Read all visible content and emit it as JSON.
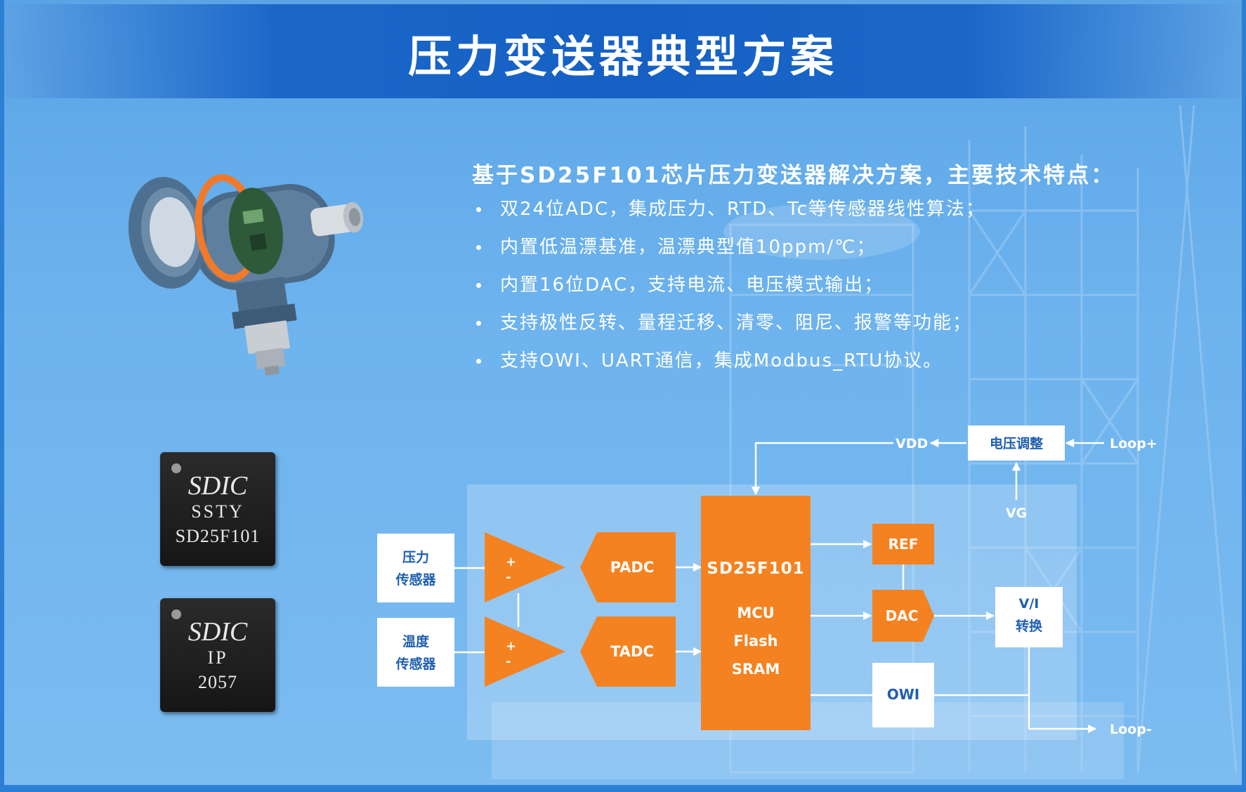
{
  "header": {
    "title": "压力变送器典型方案"
  },
  "features": {
    "heading": "基于SD25F101芯片压力变送器解决方案，主要技术特点：",
    "items": [
      "双24位ADC，集成压力、RTD、Tc等传感器线性算法；",
      "内置低温漂基准，温漂典型值10ppm/℃；",
      "内置16位DAC，支持电流、电压模式输出；",
      "支持极性反转、量程迁移、清零、阻尼、报警等功能；",
      "支持OWI、UART通信，集成Modbus_RTU协议。"
    ]
  },
  "chips": [
    {
      "brand": "SDIC",
      "line2": "SSTY",
      "line3": "SD25F101"
    },
    {
      "brand": "SDIC",
      "line2": "IP",
      "line3": "2057"
    }
  ],
  "diagram": {
    "pressure_sensor": [
      "压力",
      "传感器"
    ],
    "temp_sensor": [
      "温度",
      "传感器"
    ],
    "amp_plus": "+",
    "amp_minus": "-",
    "padc": "PADC",
    "tadc": "TADC",
    "mcu_title": "SD25F101",
    "mcu_lines": [
      "MCU",
      "Flash",
      "SRAM"
    ],
    "ref": "REF",
    "dac": "DAC",
    "owi": "OWI",
    "vi": [
      "V/I",
      "转换"
    ],
    "regulator": "电压调整",
    "vdd": "VDD",
    "vg": "VG",
    "loop_plus": "Loop+",
    "loop_minus": "Loop-"
  },
  "colors": {
    "orange": "#f58220",
    "header_blue": "#1560c4",
    "bg_blue": "#6db3ee"
  }
}
